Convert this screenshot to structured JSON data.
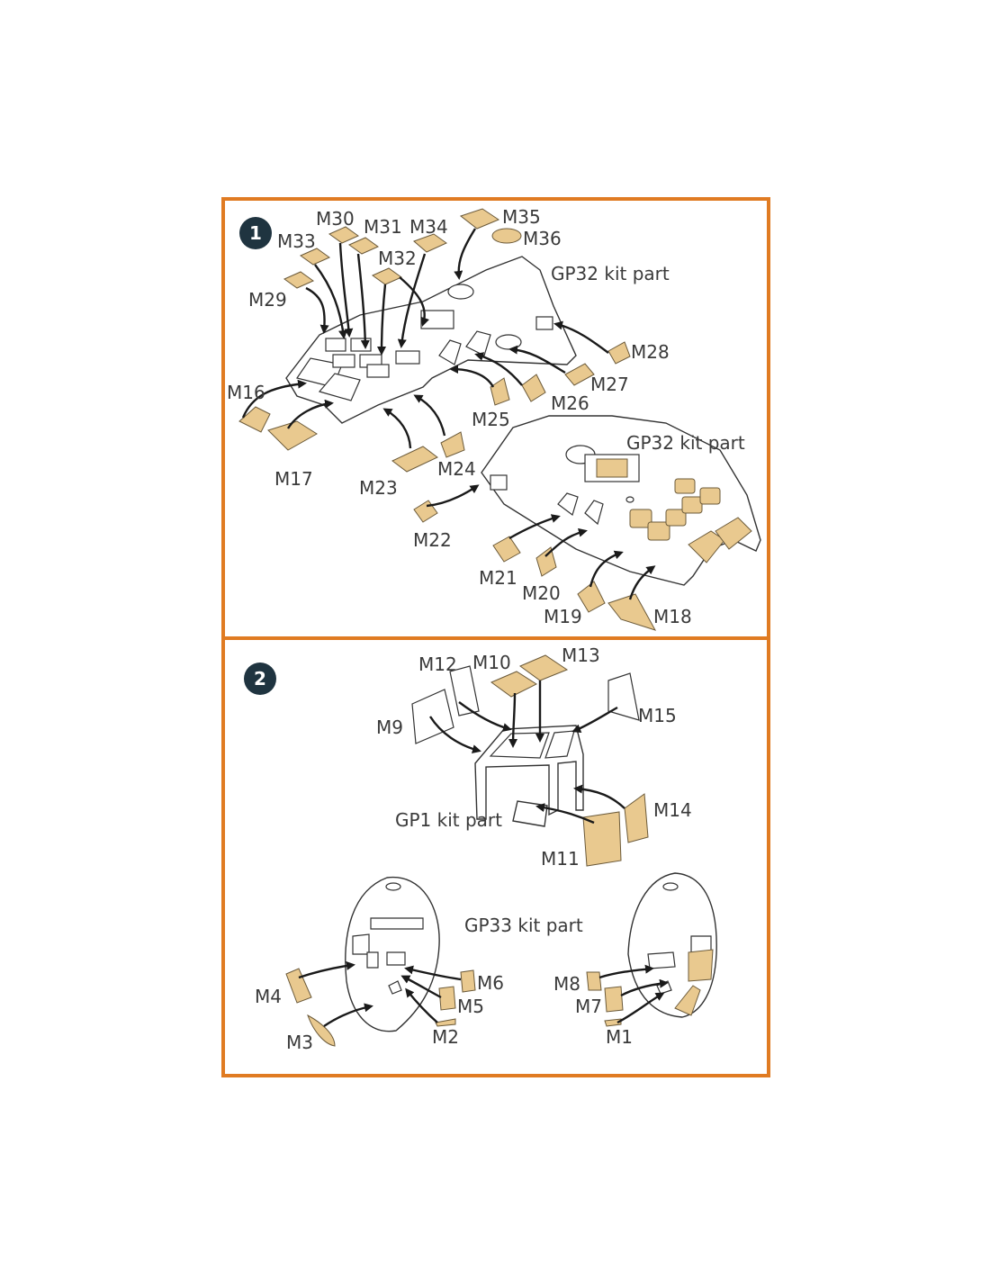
{
  "steps": [
    {
      "number": "1",
      "kit_parts": [
        "GP32 kit part",
        "GP32 kit part"
      ],
      "labels": [
        "M30",
        "M31",
        "M34",
        "M35",
        "M36",
        "M33",
        "M32",
        "M29",
        "M28",
        "M27",
        "M26",
        "M25",
        "M16",
        "M17",
        "M23",
        "M24",
        "M22",
        "M21",
        "M20",
        "M19",
        "M18"
      ]
    },
    {
      "number": "2",
      "kit_parts": [
        "GP1 kit part",
        "GP33 kit part"
      ],
      "labels": [
        "M12",
        "M10",
        "M13",
        "M9",
        "M15",
        "M14",
        "M11",
        "M4",
        "M6",
        "M5",
        "M2",
        "M3",
        "M8",
        "M7",
        "M1"
      ]
    }
  ],
  "colors": {
    "frame": "#e07b22",
    "badge": "#1f3440",
    "mask": "#e9c98f"
  }
}
